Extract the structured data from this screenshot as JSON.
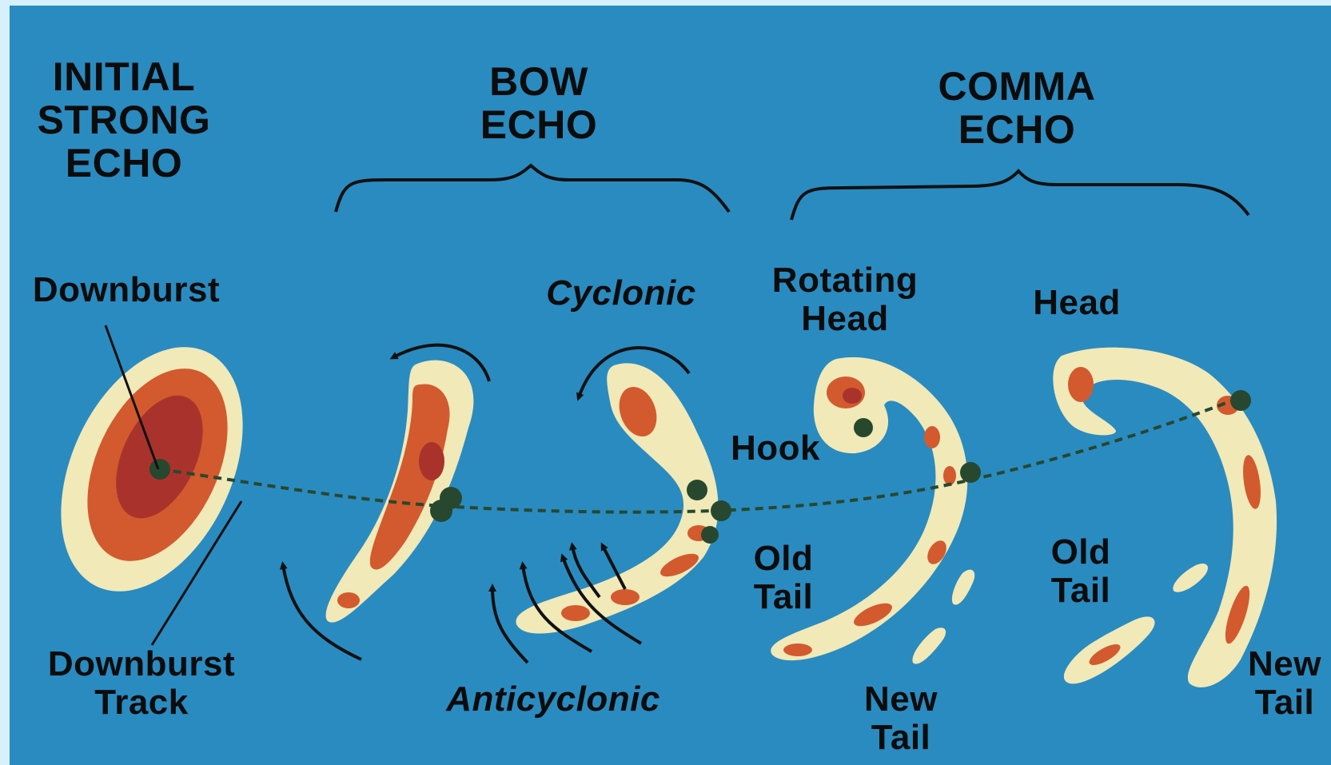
{
  "stages": {
    "initial": "INITIAL\nSTRONG\nECHO",
    "bow": "BOW\nECHO",
    "comma": "COMMA\nECHO"
  },
  "labels": {
    "downburst": "Downburst",
    "downburst_track": "Downburst\nTrack",
    "cyclonic": "Cyclonic",
    "anticyclonic": "Anticyclonic",
    "hook": "Hook",
    "rotating_head": "Rotating\nHead",
    "head": "Head",
    "old_tail_1": "Old\nTail",
    "old_tail_2": "Old\nTail",
    "new_tail_1": "New\nTail",
    "new_tail_2": "New\nTail"
  },
  "colors": {
    "background": "#2a8bc0",
    "outer_echo": "#f1e9b8",
    "mid_echo": "#d25a2e",
    "core_echo": "#a9332c",
    "downburst_dot": "#27482f",
    "line": "#111111"
  }
}
